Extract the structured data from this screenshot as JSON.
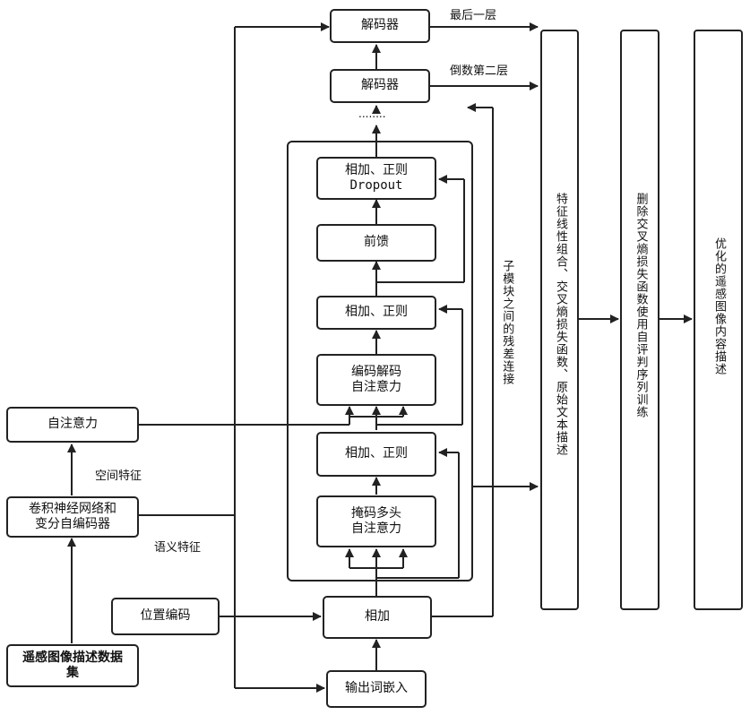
{
  "nodes": {
    "decoder_top": "解码器",
    "decoder_second": "解码器",
    "dots": "........",
    "add_norm_dropout": "相加、正则\nDropout",
    "feed_forward": "前馈",
    "add_norm_mid": "相加、正则",
    "enc_dec_attention": "编码解码\n自注意力",
    "add_norm_low": "相加、正则",
    "masked_attention": "掩码多头\n自注意力",
    "add": "相加",
    "output_embedding": "输出词嵌入",
    "positional_encoding": "位置编码",
    "self_attention": "自注意力",
    "cnn_vae": "卷积神经网络和\n变分自编码器",
    "dataset": "遥感图像描述数据\n集"
  },
  "labels": {
    "last_layer": "最后一层",
    "second_last_layer": "倒数第二层",
    "spatial_feature": "空间特征",
    "semantic_feature": "语义特征",
    "residual": "子模块之间的残差连接"
  },
  "columns": {
    "feature_combo": "特征线性组合、交叉熵损失函数、原始文本描述",
    "scst": "删除交叉熵损失函数使用自评判序列训练",
    "optimized": "优化的遥感图像内容描述"
  }
}
